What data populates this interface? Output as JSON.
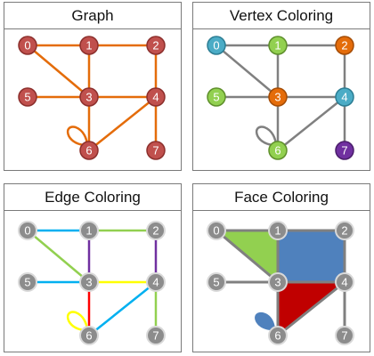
{
  "panels": {
    "graph": {
      "title": "Graph"
    },
    "vertex": {
      "title": "Vertex Coloring"
    },
    "edge": {
      "title": "Edge Coloring"
    },
    "face": {
      "title": "Face Coloring"
    }
  },
  "vertices": [
    "0",
    "1",
    "2",
    "3",
    "4",
    "5",
    "6",
    "7"
  ],
  "colors": {
    "red_vertex": "#c0504d",
    "gray_edge": "#808080",
    "orange": "#e46c0a",
    "green": "#92d050",
    "blue_teal": "#4bacc6",
    "purple": "#7030a0",
    "edge_blue": "#00b0f0",
    "yellow": "#ffff00",
    "red": "#ff0000",
    "face_green": "#92d050",
    "face_blue": "#4f81bd",
    "face_red": "#c00000",
    "gray_vertex": "#7f7f7f"
  }
}
